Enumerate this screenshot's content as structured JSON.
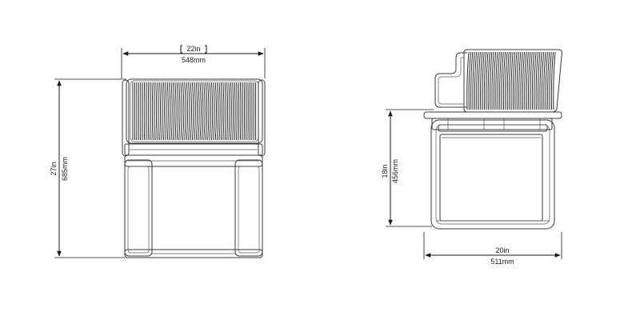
{
  "views": {
    "front": {
      "width": {
        "in": "22in",
        "mm": "548mm"
      },
      "height": {
        "in": "27in",
        "mm": "685mm"
      }
    },
    "side": {
      "height": {
        "in": "18in",
        "mm": "456mm"
      },
      "depth": {
        "in": "20in",
        "mm": "511mm"
      }
    }
  },
  "colors": {
    "line": "#1a1a1a",
    "frame": "#3a3a3a",
    "weave": "#2b2b2b"
  }
}
